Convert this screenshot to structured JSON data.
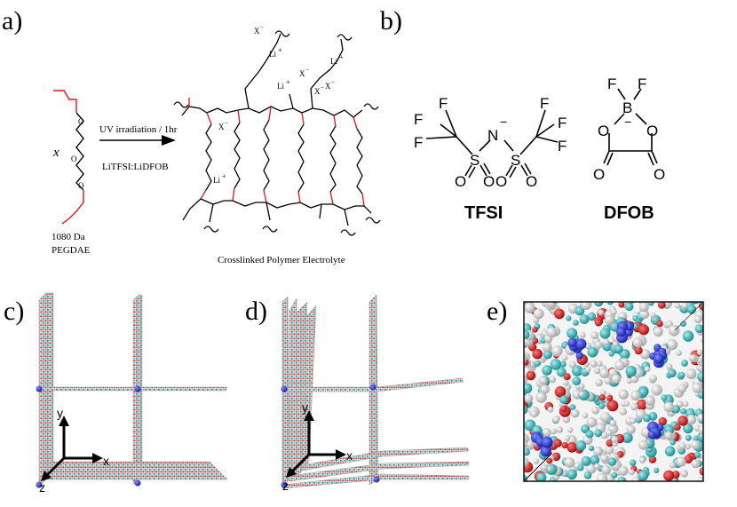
{
  "panels": {
    "a": "a)",
    "b": "b)",
    "c": "c)",
    "d": "d)",
    "e": "e)"
  },
  "panel_a": {
    "monomer_x": "x",
    "monomer_mw": "1080 Da",
    "monomer_name": "PEGDAE",
    "arrow_top": "UV irradiation / 1hr",
    "arrow_bottom": "LiTFSI:LiDFOB",
    "product_caption": "Crosslinked Polymer Electrolyte",
    "li_label": "Li",
    "plus": "+",
    "anion_label": "X",
    "minus": "−"
  },
  "panel_b": {
    "tfsi_name": "TFSI",
    "dfob_name": "DFOB",
    "atom_F": "F",
    "atom_S": "S",
    "atom_O": "O",
    "atom_N": "N",
    "atom_B": "B",
    "minus": "−"
  },
  "axes_c": {
    "x": "x",
    "y": "y",
    "z": "z"
  },
  "axes_d": {
    "x": "x",
    "y": "y",
    "z": "z"
  },
  "colors": {
    "red_bond": "#e8141a",
    "black": "#000000",
    "atom_blue": "#2230c8",
    "atom_cyan": "#3ab0b4",
    "atom_red": "#cc1a1a",
    "atom_white": "#e8e8e8"
  }
}
